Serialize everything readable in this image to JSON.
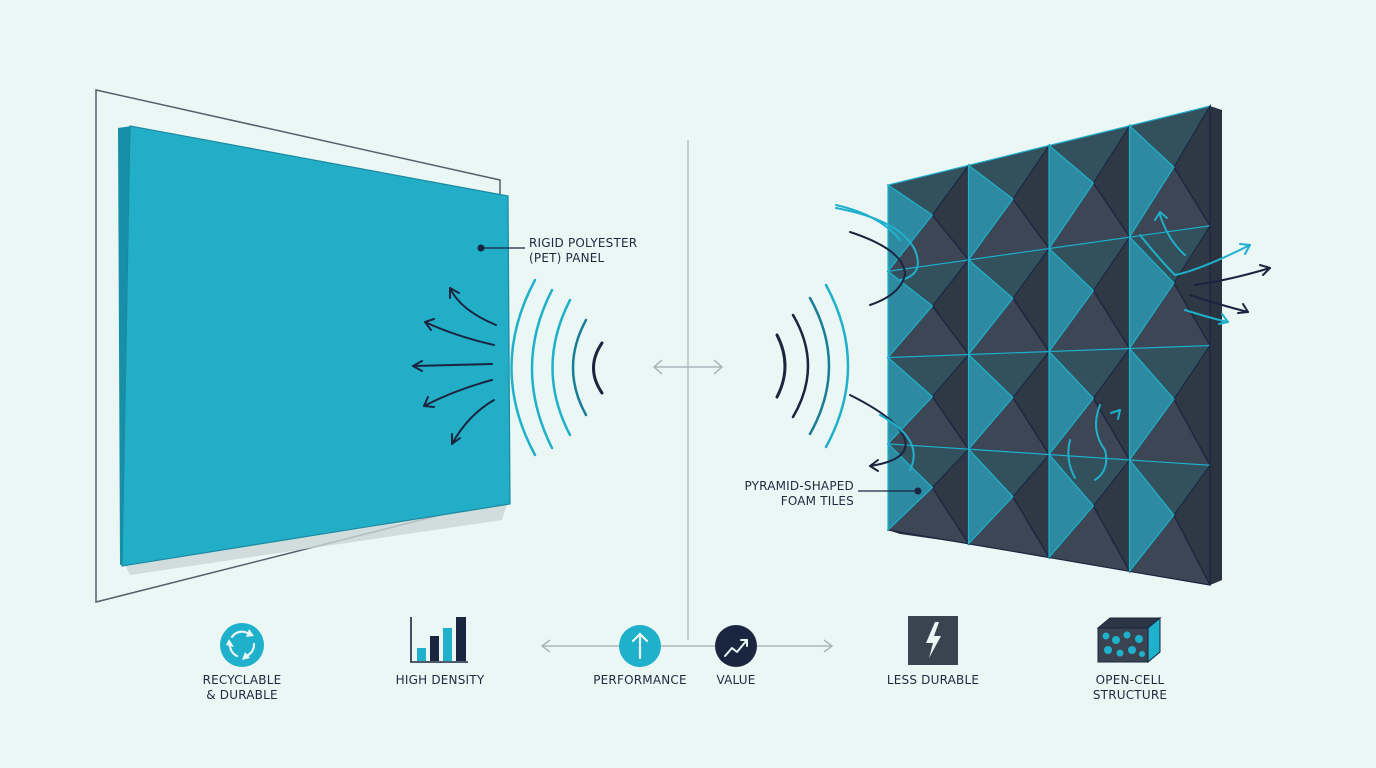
{
  "colors": {
    "background": "#eaf7f5",
    "pet_panel": "#23aec8",
    "foam": "#3a4350",
    "accent": "#1fb0cc",
    "navy": "#1a2540"
  },
  "callouts": {
    "pet_panel": [
      "RIGID POLYESTER",
      "(PET) PANEL"
    ],
    "foam_tiles": [
      "PYRAMID-SHAPED",
      "FOAM TILES"
    ]
  },
  "features": {
    "recyclable": {
      "line1": "RECYCLABLE",
      "line2": "& DURABLE",
      "icon": "recycle-icon"
    },
    "high_density": {
      "label": "HIGH DENSITY",
      "icon": "bar-chart-icon"
    },
    "performance": {
      "label": "PERFORMANCE",
      "icon": "arrow-up-icon"
    },
    "value": {
      "label": "VALUE",
      "icon": "trend-up-icon"
    },
    "less_durable": {
      "label": "LESS DURABLE",
      "icon": "lightning-icon"
    },
    "open_cell": {
      "line1": "OPEN-CELL",
      "line2": "STRUCTURE",
      "icon": "cell-structure-icon"
    }
  }
}
